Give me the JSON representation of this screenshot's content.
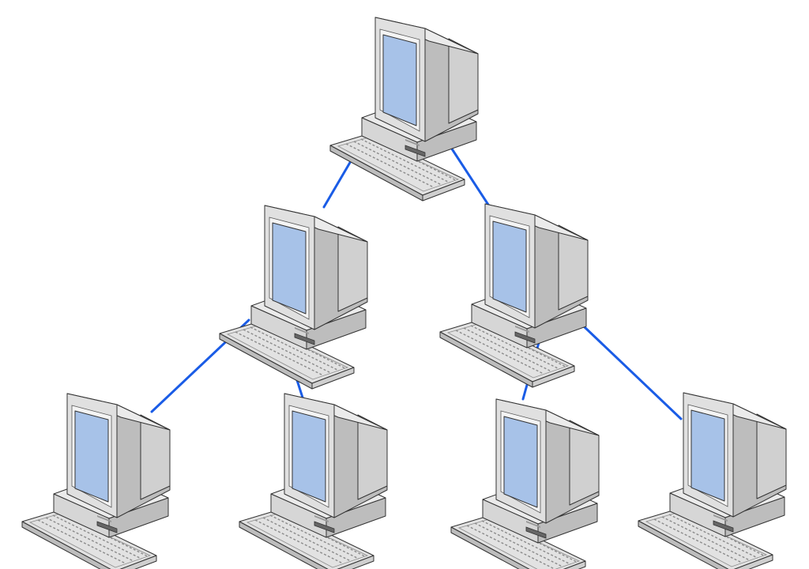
{
  "diagram": {
    "type": "tree-network-topology",
    "node_icon": "desktop-computer-icon",
    "colors": {
      "link": "#1a5ce6",
      "screen": "#a7c2e8",
      "case_light": "#ebebeb",
      "case_mid": "#d6d6d6",
      "case_dark": "#bdbdbd",
      "outline": "#333333",
      "background": "#ffffff"
    },
    "nodes": [
      {
        "id": "root",
        "level": 0
      },
      {
        "id": "mid-left",
        "level": 1
      },
      {
        "id": "mid-right",
        "level": 1
      },
      {
        "id": "leaf-1",
        "level": 2
      },
      {
        "id": "leaf-2",
        "level": 2
      },
      {
        "id": "leaf-3",
        "level": 2
      },
      {
        "id": "leaf-4",
        "level": 2
      }
    ],
    "links": [
      {
        "from": "root",
        "to": "mid-left"
      },
      {
        "from": "root",
        "to": "mid-right"
      },
      {
        "from": "mid-left",
        "to": "leaf-1"
      },
      {
        "from": "mid-left",
        "to": "leaf-2"
      },
      {
        "from": "mid-right",
        "to": "leaf-3"
      },
      {
        "from": "mid-right",
        "to": "leaf-4"
      }
    ]
  }
}
